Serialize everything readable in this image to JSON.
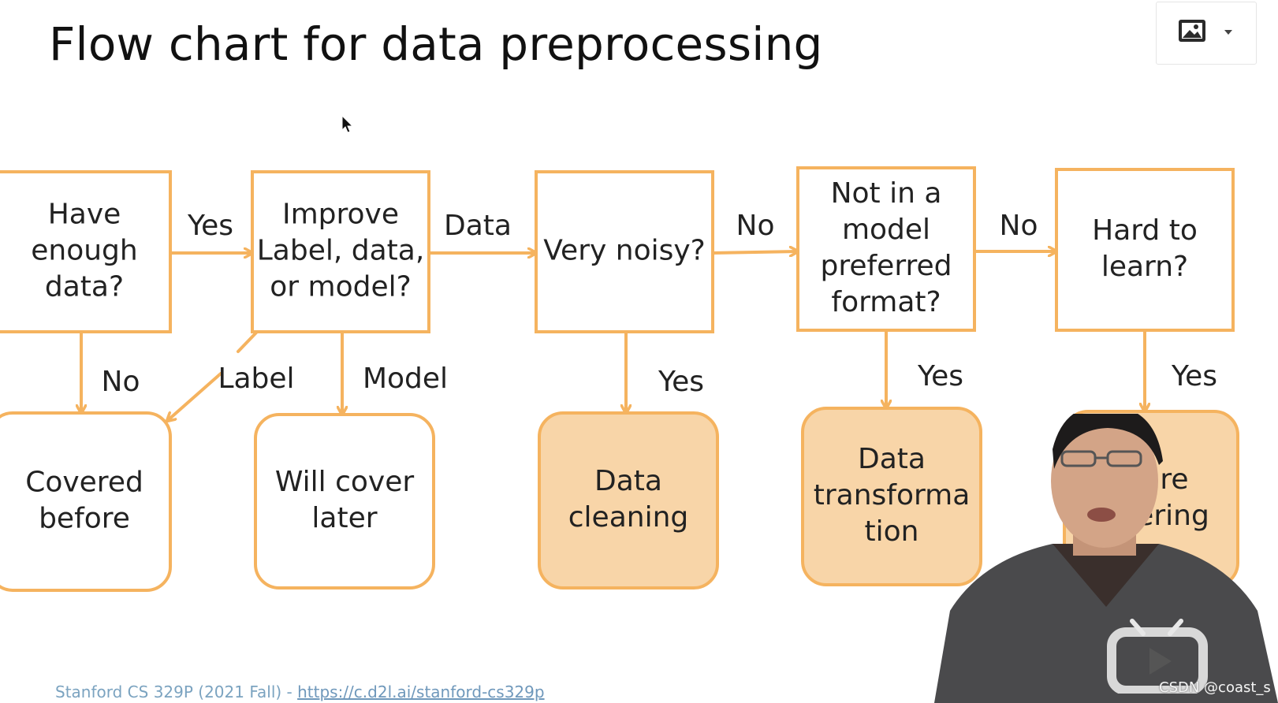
{
  "title": "Flow chart for data preprocessing",
  "footer": {
    "text": "Stanford CS 329P (2021 Fall) - ",
    "link": "https://c.d2l.ai/stanford-cs329p"
  },
  "watermark": "CSDN @coast_s",
  "colors": {
    "accent": "#f5b35f",
    "filled": "#f8d5a8",
    "text": "#222222"
  },
  "diagram": {
    "nodes": [
      {
        "id": "enough",
        "kind": "decision",
        "lines": [
          "Have",
          "enough",
          "data?"
        ]
      },
      {
        "id": "improve",
        "kind": "decision",
        "lines": [
          "Improve",
          "Label, data,",
          "or model?"
        ]
      },
      {
        "id": "noisy",
        "kind": "decision",
        "lines": [
          "Very noisy?"
        ]
      },
      {
        "id": "format",
        "kind": "decision",
        "lines": [
          "Not in a",
          "model",
          "preferred",
          "format?"
        ]
      },
      {
        "id": "hard",
        "kind": "decision",
        "lines": [
          "Hard to",
          "learn?"
        ]
      },
      {
        "id": "covered",
        "kind": "outcome",
        "lines": [
          "Covered",
          "before"
        ]
      },
      {
        "id": "later",
        "kind": "outcome",
        "lines": [
          "Will cover",
          "later"
        ]
      },
      {
        "id": "cleaning",
        "kind": "action",
        "lines": [
          "Data",
          "cleaning"
        ]
      },
      {
        "id": "transform",
        "kind": "action",
        "lines": [
          "Data",
          "transforma",
          "tion"
        ]
      },
      {
        "id": "feature",
        "kind": "action",
        "lines": [
          "ature",
          "ineering"
        ]
      }
    ],
    "edges": [
      {
        "from": "enough",
        "to": "improve",
        "label": "Yes"
      },
      {
        "from": "improve",
        "to": "noisy",
        "label": "Data"
      },
      {
        "from": "noisy",
        "to": "format",
        "label": "No"
      },
      {
        "from": "format",
        "to": "hard",
        "label": "No"
      },
      {
        "from": "enough",
        "to": "covered",
        "label": "No"
      },
      {
        "from": "improve",
        "to": "covered",
        "label": "Label"
      },
      {
        "from": "improve",
        "to": "later",
        "label": "Model"
      },
      {
        "from": "noisy",
        "to": "cleaning",
        "label": "Yes"
      },
      {
        "from": "format",
        "to": "transform",
        "label": "Yes"
      },
      {
        "from": "hard",
        "to": "feature",
        "label": "Yes"
      }
    ]
  }
}
